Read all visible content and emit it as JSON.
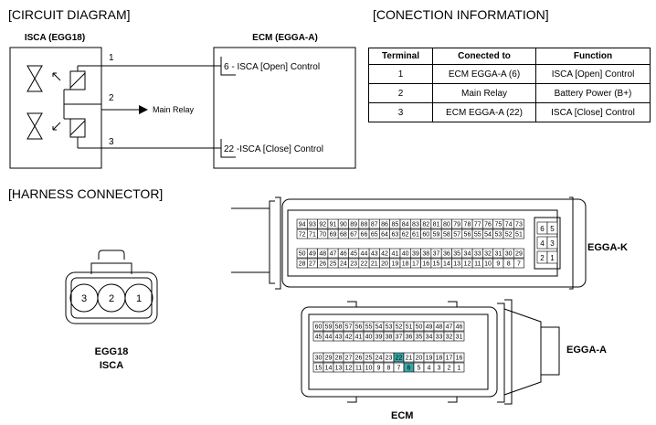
{
  "circuit": {
    "header": "[CIRCUIT DIAGRAM]",
    "isca_label": "ISCA (EGG18)",
    "ecm_label": "ECM (EGGA-A)",
    "pin1": "1",
    "pin2": "2",
    "pin3": "3",
    "main_relay": "Main Relay",
    "ecm_open": "6 - ISCA [Open] Control",
    "ecm_close": "22 -ISCA [Close] Control"
  },
  "connection": {
    "header": "[CONECTION INFORMATION]",
    "columns": [
      "Terminal",
      "Conected to",
      "Function"
    ],
    "rows": [
      [
        "1",
        "ECM EGGA-A (6)",
        "ISCA [Open] Control"
      ],
      [
        "2",
        "Main Relay",
        "Battery Power (B+)"
      ],
      [
        "3",
        "ECM EGGA-A (22)",
        "ISCA [Close] Control"
      ]
    ]
  },
  "harness": {
    "header": "[HARNESS CONNECTOR]",
    "egg18_pins": [
      "3",
      "2",
      "1"
    ],
    "egg18_label1": "EGG18",
    "egg18_label2": "ISCA",
    "eggak_label": "EGGA-K",
    "eggaa_label": "EGGA-A",
    "ecm_label": "ECM",
    "eggak_side": [
      [
        "6",
        "5"
      ],
      [
        "4",
        "3"
      ],
      [
        "2",
        "1"
      ]
    ],
    "highlight_pins": [
      "22",
      "6"
    ],
    "highlight_color": "#3aa6a6"
  }
}
